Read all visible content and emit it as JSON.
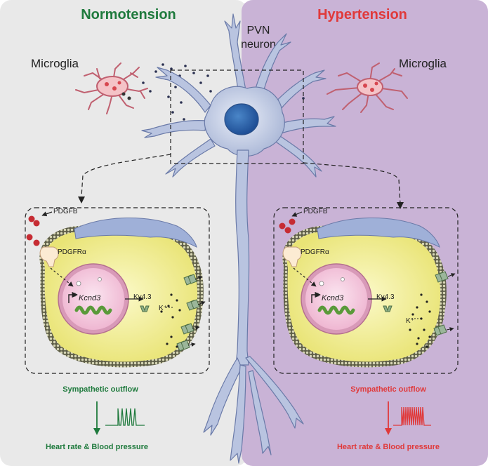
{
  "colors": {
    "normo": "#1f7a3d",
    "hyper": "#e0393a",
    "normo_bg": "#e9e9e9",
    "hyper_bg": "#c9b3d6"
  },
  "left": {
    "title": "Normotension",
    "microglia": "Microglia",
    "pdgfb": "PDGFB",
    "pdgfra": "PDGFRα",
    "gene": "Kcnd3",
    "protein": "Kv4.3",
    "ion": "K⁺",
    "outflow": "Sympathetic outflow",
    "hr_bp": "Heart rate & Blood pressure"
  },
  "right": {
    "title": "Hypertension",
    "microglia": "Microglia",
    "pdgfb": "PDGFB",
    "pdgfra": "PDGFRα",
    "gene": "Kcnd3",
    "protein": "Kv4.3",
    "ion": "K⁺",
    "outflow": "Sympathetic outflow",
    "hr_bp": "Heart rate & Blood pressure"
  },
  "center": {
    "neuron_line1": "PVN",
    "neuron_line2": "neuron"
  }
}
